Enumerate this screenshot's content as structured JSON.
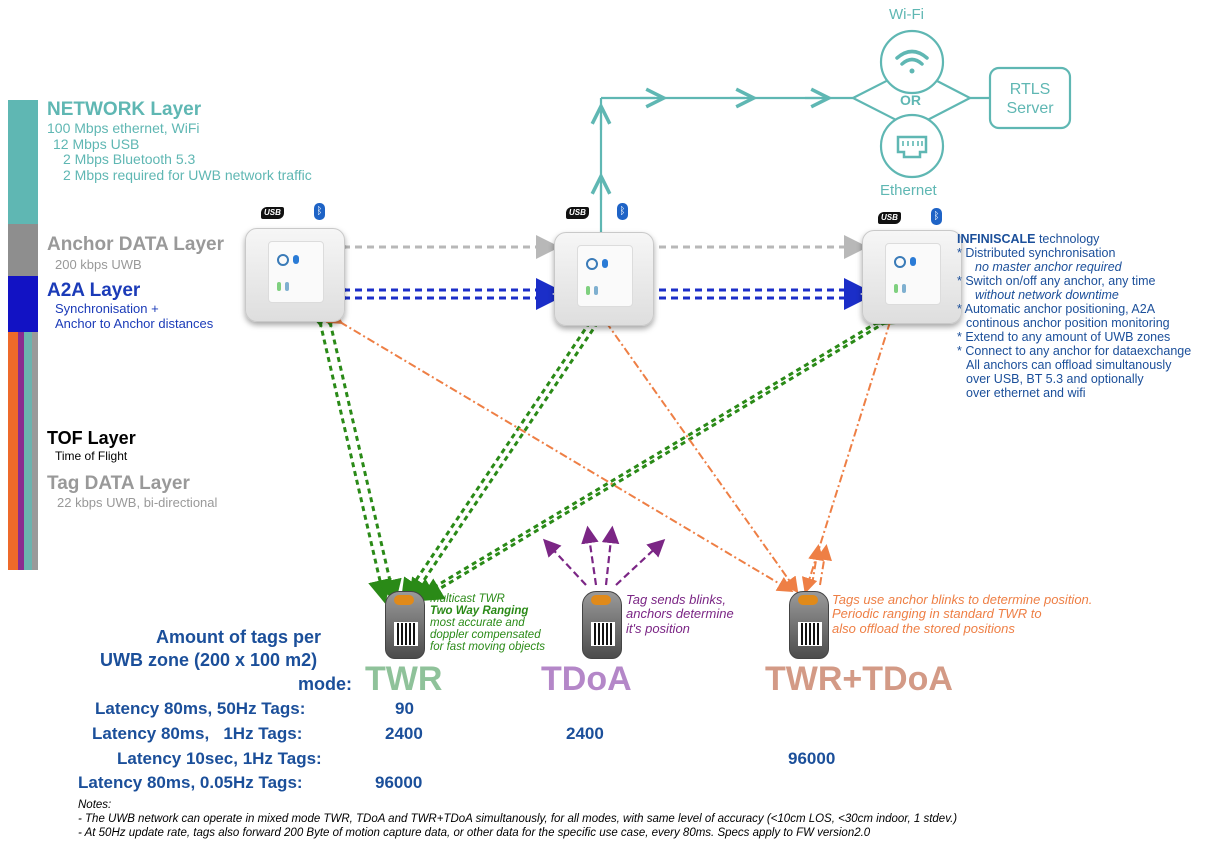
{
  "colors": {
    "teal": "#5fb7b3",
    "network_teal": "#48a9a6",
    "gray": "#999999",
    "navy": "#1b2ec8",
    "green": "#2a8a17",
    "orange": "#ee7f45",
    "purple": "#7b2685",
    "text_blue": "#1b4f9a",
    "twr": "#8fc29a",
    "tdoa": "#b487c8",
    "twr_tdoa": "#d39a86"
  },
  "network": {
    "wifi_label": "Wi-Fi",
    "or_label": "OR",
    "ethernet_label": "Ethernet",
    "server_label_1": "RTLS",
    "server_label_2": "Server"
  },
  "layers": {
    "network_title": "NETWORK Layer",
    "network_lines": [
      "100 Mbps ethernet, WiFi",
      "12 Mbps USB",
      "2 Mbps Bluetooth 5.3",
      "2 Mbps required for UWB network traffic"
    ],
    "anchor_title": "Anchor DATA Layer",
    "anchor_sub": "200 kbps UWB",
    "a2a_title": "A2A Layer",
    "a2a_lines": [
      "Synchronisation +",
      "Anchor to Anchor distances"
    ],
    "tof_title": "TOF Layer",
    "tof_sub": "Time of Flight",
    "tag_title": "Tag DATA Layer",
    "tag_sub": "22 kbps UWB, bi-directional"
  },
  "anchor_icons": {
    "usb": "USB",
    "bluetooth": "bluetooth-icon"
  },
  "infiniscale": {
    "title_bold": "INFINISCALE",
    "title_rest": " technology",
    "items": [
      {
        "text": "* Distributed synchronisation"
      },
      {
        "text": "no master anchor required",
        "italic": true
      },
      {
        "text": "* Switch on/off any anchor, any time"
      },
      {
        "text": "without network downtime",
        "italic": true
      },
      {
        "text": "* Automatic anchor positioning, A2A"
      },
      {
        "text": "continous anchor position monitoring",
        "indent": true
      },
      {
        "text": "* Extend to any amount of UWB zones"
      },
      {
        "text": "* Connect to any anchor for dataexchange"
      },
      {
        "text": "All anchors can offload simultanously",
        "indent": true
      },
      {
        "text": "over USB, BT 5.3 and optionally",
        "indent": true
      },
      {
        "text": "over ethernet and wifi",
        "indent": true
      }
    ]
  },
  "tags": {
    "twr_note": [
      "Multicast TWR",
      "Two Way Ranging",
      "most accurate and",
      "doppler compensated",
      "for fast moving objects"
    ],
    "tdoa_note": [
      "Tag sends blinks,",
      "anchors determine",
      "it's position"
    ],
    "twrtdoa_note": [
      "Tags use anchor blinks to determine position.",
      "Periodic ranging in standard TWR to",
      "also offload the stored positions"
    ]
  },
  "table": {
    "header_1": "Amount of tags per",
    "header_2": "UWB zone (200 x 100 m2)",
    "mode_label": "mode:",
    "modes": [
      "TWR",
      "TDoA",
      "TWR+TDoA"
    ],
    "rows": [
      {
        "label": "Latency 80ms, 50Hz Tags:",
        "twr": "90",
        "tdoa": "",
        "twrtdoa": ""
      },
      {
        "label": "Latency 80ms,   1Hz Tags:",
        "twr": "2400",
        "tdoa": "2400",
        "twrtdoa": ""
      },
      {
        "label": "Latency 10sec, 1Hz Tags:",
        "twr": "",
        "tdoa": "",
        "twrtdoa": "96000"
      },
      {
        "label": "Latency 80ms, 0.05Hz Tags:",
        "twr": "96000",
        "tdoa": "",
        "twrtdoa": ""
      }
    ]
  },
  "notes": {
    "title": "Notes:",
    "lines": [
      "- The UWB network can operate in mixed mode TWR, TDoA and TWR+TDoA simultanously, for all modes, with same level of accuracy (<10cm LOS, <30cm indoor, 1 stdev.)",
      "- At 50Hz update rate, tags also forward 200 Byte of motion capture data, or other data for the specific use case, every 80ms. Specs apply to FW version2.0"
    ]
  }
}
